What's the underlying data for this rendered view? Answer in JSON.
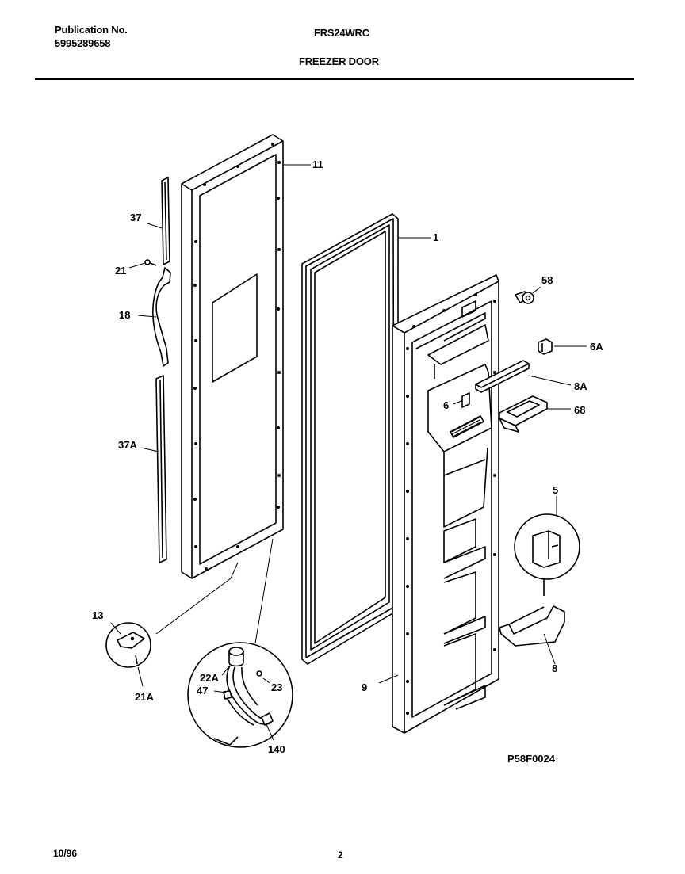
{
  "header": {
    "publication_label": "Publication No.",
    "publication_number": "5995289658",
    "model": "FRS24WRC",
    "section_title": "FREEZER DOOR"
  },
  "callouts": {
    "c11": "11",
    "c1": "1",
    "c37": "37",
    "c21": "21",
    "c18": "18",
    "c37a": "37A",
    "c58": "58",
    "c6a": "6A",
    "c8a": "8A",
    "c6": "6",
    "c68": "68",
    "c5": "5",
    "c13": "13",
    "c21a": "21A",
    "c22a": "22A",
    "c47": "47",
    "c23": "23",
    "c140": "140",
    "c9": "9",
    "c8": "8"
  },
  "drawing_code": "P58F0024",
  "footer": {
    "date": "10/96",
    "page": "2"
  }
}
